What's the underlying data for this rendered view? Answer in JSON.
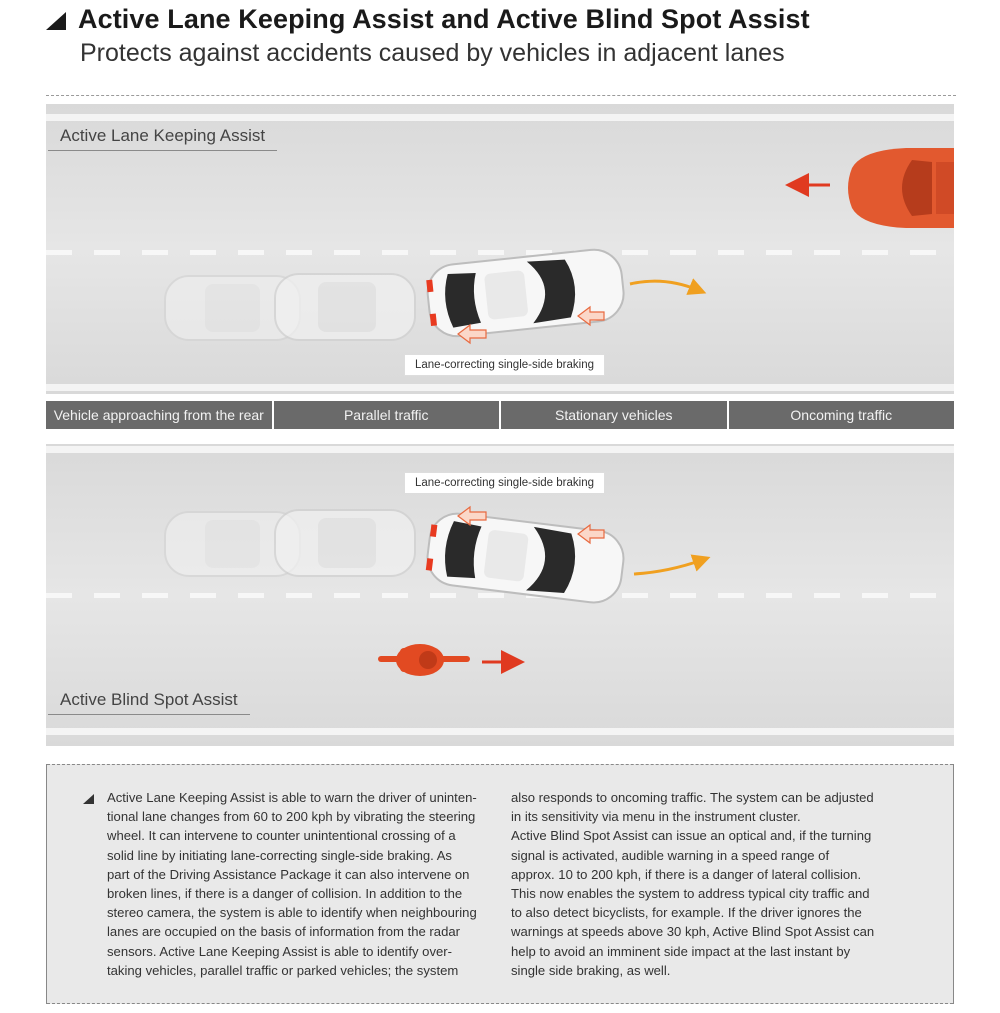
{
  "header": {
    "title": "Active Lane Keeping Assist and Active Blind Spot Assist",
    "subtitle": "Protects against accidents caused by vehicles in adjacent lanes"
  },
  "top_section": {
    "label": "Active Lane Keeping Assist",
    "callout": "Lane-correcting single-side braking"
  },
  "tabs": [
    {
      "label": "Vehicle approaching from the rear"
    },
    {
      "label": "Parallel traffic"
    },
    {
      "label": "Stationary vehicles"
    },
    {
      "label": "Oncoming traffic"
    }
  ],
  "bottom_section": {
    "label": "Active Blind Spot Assist",
    "callout": "Lane-correcting single-side braking"
  },
  "colors": {
    "oncoming_car": "#e2592f",
    "cyclist": "#e24a22",
    "arrow_red": "#e03a20",
    "arrow_orange": "#f0a020",
    "tab_bg": "#6a6a6a",
    "brake_light": "#e83a20"
  },
  "text": {
    "left_lines": [
      "Active Lane Keeping Assist is able to warn the driver of uninten-",
      "tional lane changes from 60 to 200 kph by vibrating the steering",
      "wheel. It can intervene to counter unintentional crossing of a",
      "solid line by initiating lane-correcting single-side braking. As",
      "part of the Driving Assistance Package it can also intervene on",
      "broken lines, if there is a danger of collision. In addition to the",
      "stereo camera, the system is able to identify when neighbouring",
      "lanes are occupied on the basis of information from the radar",
      "sensors. Active Lane Keeping Assist is able to identify over-",
      "taking vehicles, parallel traffic or parked vehicles; the system"
    ],
    "right_lines": [
      "also responds to oncoming traffic. The system can be adjusted",
      "in its sensitivity via menu in the instrument cluster.",
      "Active Blind Spot Assist can issue an optical and, if the turning",
      "signal is activated, audible warning in a speed range of",
      "approx. 10 to 200 kph, if there is a danger of lateral collision.",
      "This now enables the system to address typical city traffic and",
      "to also detect bicyclists, for example. If the driver ignores the",
      "warnings at speeds above 30 kph, Active Blind Spot Assist can",
      "help to avoid an imminent side impact at the last instant by",
      "single side braking, as well."
    ]
  }
}
